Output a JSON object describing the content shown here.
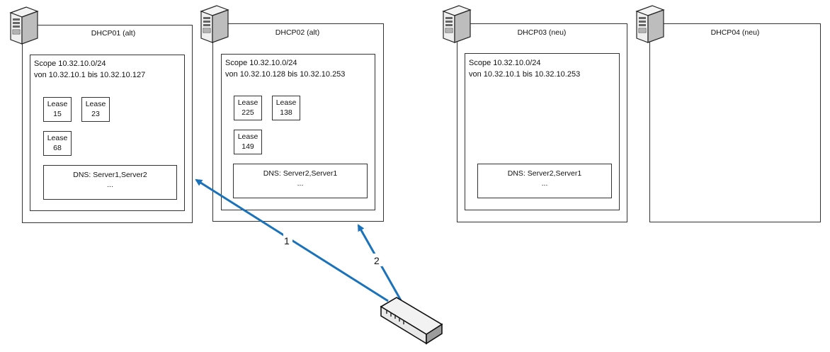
{
  "servers": [
    {
      "name": "DHCP01 (alt)",
      "scope_line1": "Scope 10.32.10.0/24",
      "scope_line2": "von 10.32.10.1 bis 10.32.10.127",
      "leases": [
        {
          "label": "Lease",
          "num": "15"
        },
        {
          "label": "Lease",
          "num": "23"
        },
        {
          "label": "Lease",
          "num": "68"
        }
      ],
      "dns_line1": "DNS: Server1,Server2",
      "dns_line2": "..."
    },
    {
      "name": "DHCP02 (alt)",
      "scope_line1": "Scope 10.32.10.0/24",
      "scope_line2": "von 10.32.10.128 bis 10.32.10.253",
      "leases": [
        {
          "label": "Lease",
          "num": "225"
        },
        {
          "label": "Lease",
          "num": "138"
        },
        {
          "label": "Lease",
          "num": "149"
        }
      ],
      "dns_line1": "DNS: Server2,Server1",
      "dns_line2": "..."
    },
    {
      "name": "DHCP03 (neu)",
      "scope_line1": "Scope 10.32.10.0/24",
      "scope_line2": "von 10.32.10.1 bis 10.32.10.253",
      "dns_line1": "DNS: Server2,Server1",
      "dns_line2": "..."
    },
    {
      "name": "DHCP04 (neu)"
    }
  ],
  "arrows": [
    {
      "label": "1"
    },
    {
      "label": "2"
    }
  ],
  "colors": {
    "arrow": "#1a72bb",
    "border": "#333333"
  },
  "icons": {
    "server": "server-tower-icon",
    "switch": "network-switch-icon"
  }
}
